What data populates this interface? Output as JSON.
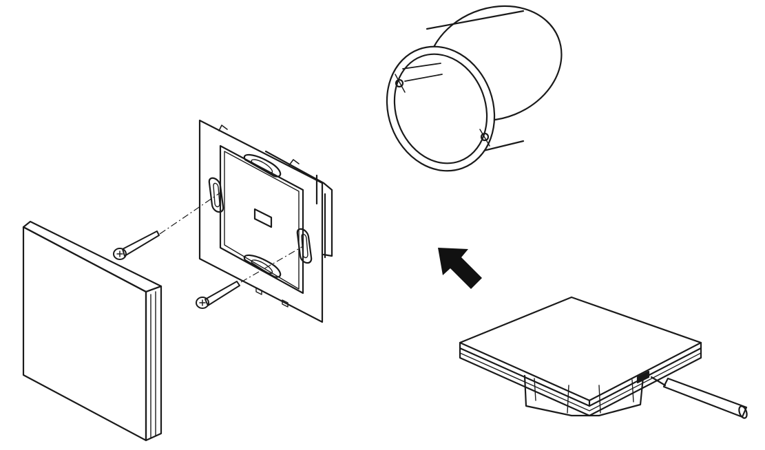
{
  "diagram": {
    "parts": [
      {
        "id": "wall-box",
        "icon": "round-back-box-icon"
      },
      {
        "id": "glass-panel",
        "icon": "switch-cover-panel-icon"
      },
      {
        "id": "screw-upper",
        "icon": "screw-icon"
      },
      {
        "id": "screw-lower",
        "icon": "screw-icon"
      },
      {
        "id": "mounting-frame",
        "icon": "metal-mounting-frame-icon"
      },
      {
        "id": "switch-module",
        "icon": "touch-switch-module-icon"
      },
      {
        "id": "screwdriver",
        "icon": "flat-screwdriver-icon"
      },
      {
        "id": "direction-arrow",
        "icon": "arrow-up-left-icon"
      }
    ],
    "colors": {
      "line": "#1a1a1a",
      "fill": "#ffffff",
      "arrow": "#111111"
    }
  }
}
